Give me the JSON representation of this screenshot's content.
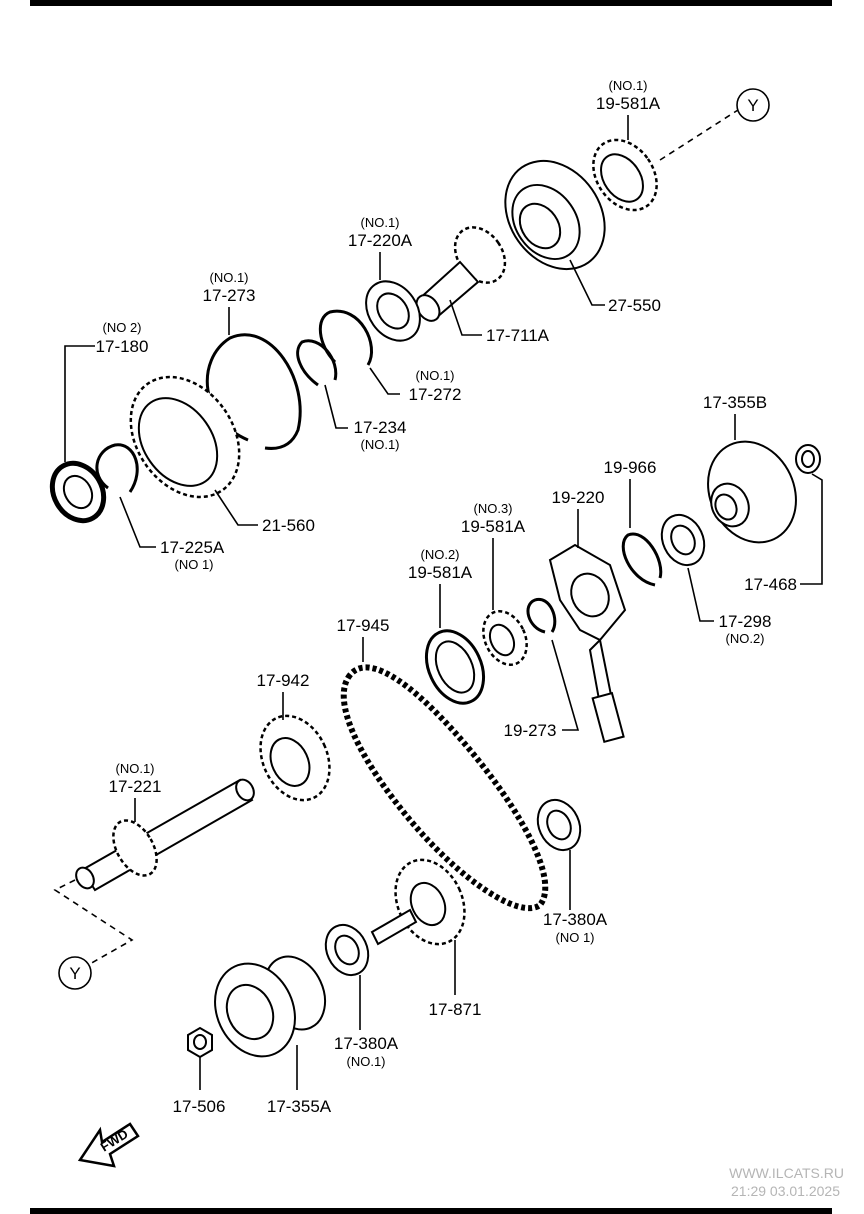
{
  "view_markers": {
    "y_top": "Y",
    "y_bottom": "Y"
  },
  "direction_arrow": {
    "label": "FWD"
  },
  "callouts": {
    "p19_581A_no1": {
      "sub": "(NO.1)",
      "part": "19-581A"
    },
    "p27_550": {
      "part": "27-550"
    },
    "p17_220A": {
      "sub": "(NO.1)",
      "part": "17-220A"
    },
    "p17_711A": {
      "part": "17-711A"
    },
    "p17_273": {
      "sub": "(NO.1)",
      "part": "17-273"
    },
    "p17_272": {
      "sub": "(NO.1)",
      "part": "17-272"
    },
    "p17_234": {
      "sub": "(NO.1)",
      "part": "17-234"
    },
    "p17_180": {
      "sub": "(NO 2)",
      "part": "17-180"
    },
    "p21_560": {
      "part": "21-560"
    },
    "p17_225A": {
      "sub": "(NO 1)",
      "part": "17-225A"
    },
    "p17_355B": {
      "part": "17-355B"
    },
    "p19_966": {
      "part": "19-966"
    },
    "p19_220": {
      "part": "19-220"
    },
    "p19_581A_no3": {
      "sub": "(NO.3)",
      "part": "19-581A"
    },
    "p19_581A_no2": {
      "sub": "(NO.2)",
      "part": "19-581A"
    },
    "p17_468": {
      "part": "17-468"
    },
    "p17_298": {
      "sub": "(NO.2)",
      "part": "17-298"
    },
    "p17_945": {
      "part": "17-945"
    },
    "p17_942": {
      "part": "17-942"
    },
    "p19_273": {
      "part": "19-273"
    },
    "p17_221": {
      "sub": "(NO.1)",
      "part": "17-221"
    },
    "p17_380A_no1_right": {
      "sub": "(NO 1)",
      "part": "17-380A"
    },
    "p17_871": {
      "part": "17-871"
    },
    "p17_380A_no1_center": {
      "sub": "(NO.1)",
      "part": "17-380A"
    },
    "p17_506": {
      "part": "17-506"
    },
    "p17_355A": {
      "part": "17-355A"
    }
  },
  "watermark": {
    "site": "WWW.ILCATS.RU",
    "timestamp": "21:29 03.01.2025"
  }
}
